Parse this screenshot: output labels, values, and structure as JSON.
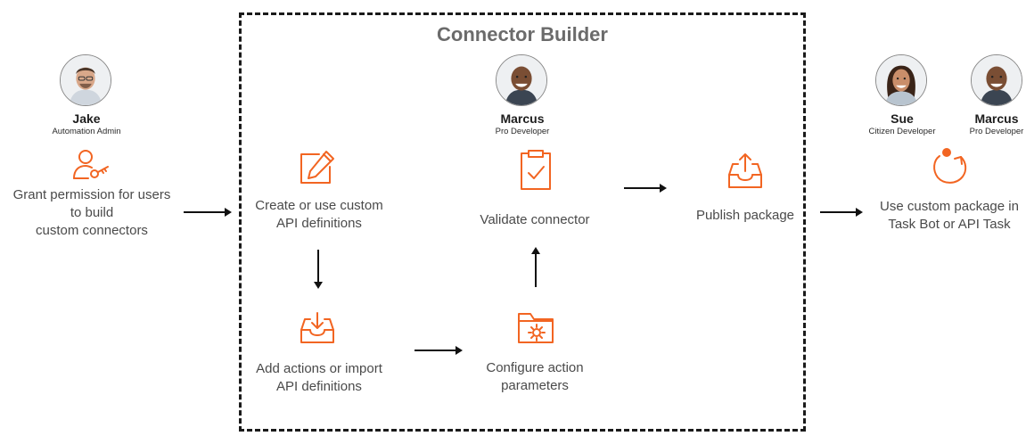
{
  "builder": {
    "title": "Connector Builder"
  },
  "people": {
    "jake": {
      "name": "Jake",
      "role": "Automation Admin"
    },
    "marcus_builder": {
      "name": "Marcus",
      "role": "Pro Developer"
    },
    "sue": {
      "name": "Sue",
      "role": "Citizen Developer"
    },
    "marcus_user": {
      "name": "Marcus",
      "role": "Pro Developer"
    }
  },
  "steps": {
    "grant": {
      "line1": "Grant permission for users",
      "line2": "to build",
      "line3": "custom connectors",
      "icon": "user-key-icon"
    },
    "create": {
      "line1": "Create or use custom",
      "line2": "API definitions",
      "icon": "edit-icon"
    },
    "add": {
      "line1": "Add actions or import",
      "line2": "API definitions",
      "icon": "inbox-download-icon"
    },
    "configure": {
      "line1": "Configure action",
      "line2": "parameters",
      "icon": "folder-gear-icon"
    },
    "validate": {
      "line1": "Validate connector",
      "icon": "clipboard-check-icon"
    },
    "publish": {
      "line1": "Publish package",
      "icon": "inbox-upload-icon"
    },
    "use": {
      "line1": "Use custom package in",
      "line2": "Task Bot or API Task",
      "icon": "refresh-dot-icon"
    }
  },
  "colors": {
    "accent": "#f26522",
    "border": "#1a1a1a",
    "title": "#6b6b6b"
  }
}
